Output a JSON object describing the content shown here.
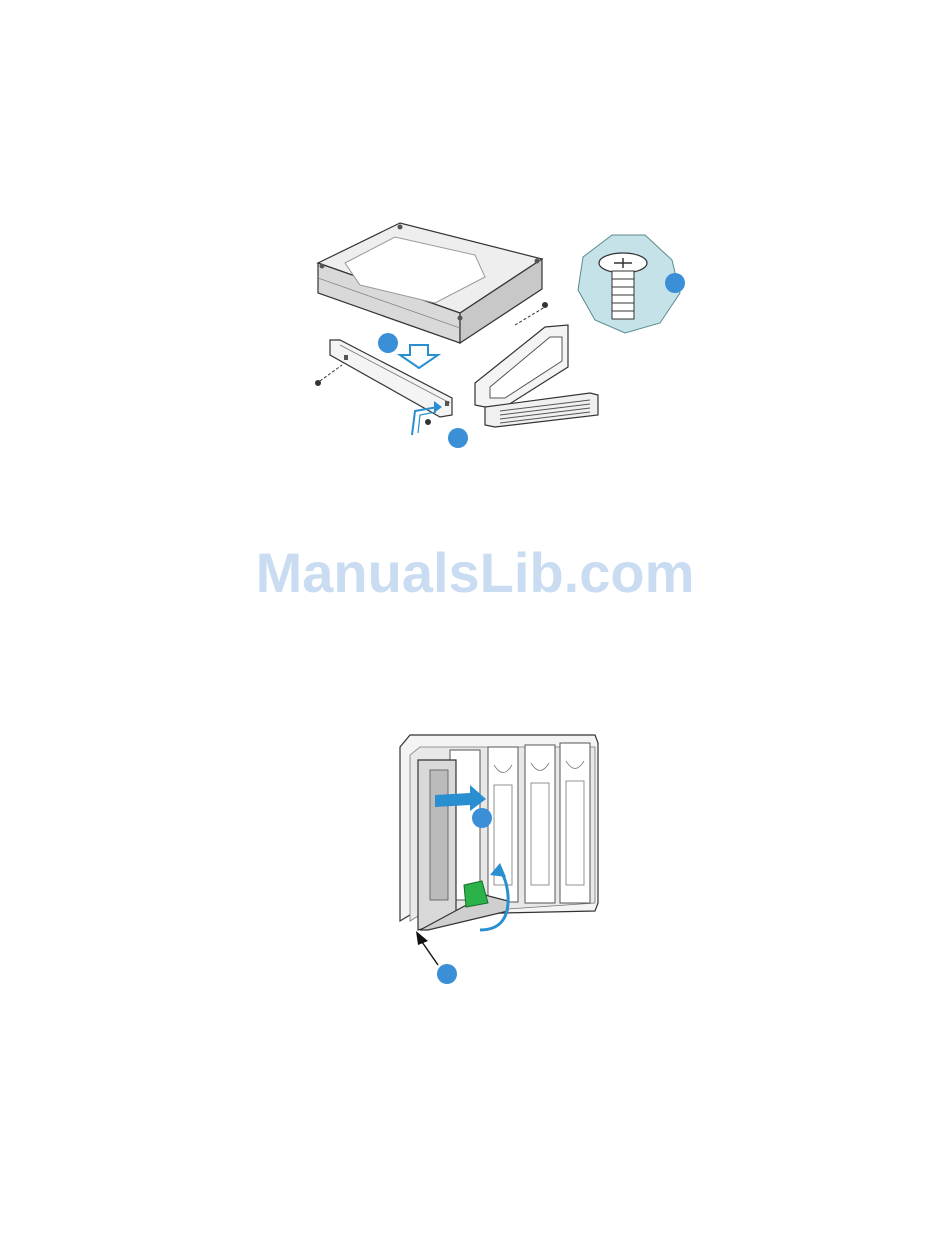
{
  "watermark": {
    "text": "ManualsLib.com"
  },
  "colors": {
    "callout": "#3a8fd6",
    "arrow_blue": "#2a8fd0",
    "latch_green": "#2bb34a",
    "screw_badge": "#c4e2e7",
    "line": "#333333",
    "fill_gray": "#d9d9d9",
    "fill_light": "#f2f2f2"
  },
  "figures": [
    {
      "id": "hard-drive-carrier-install",
      "icons": [
        "hard-drive-icon",
        "carrier-rail-icon",
        "screw-detail-icon",
        "down-arrow-icon"
      ],
      "callouts": 3
    },
    {
      "id": "drive-bay-insert",
      "icons": [
        "drive-bay-icon",
        "insert-arrow-icon",
        "latch-icon",
        "pointer-arrow-icon"
      ],
      "callouts": 2
    }
  ]
}
